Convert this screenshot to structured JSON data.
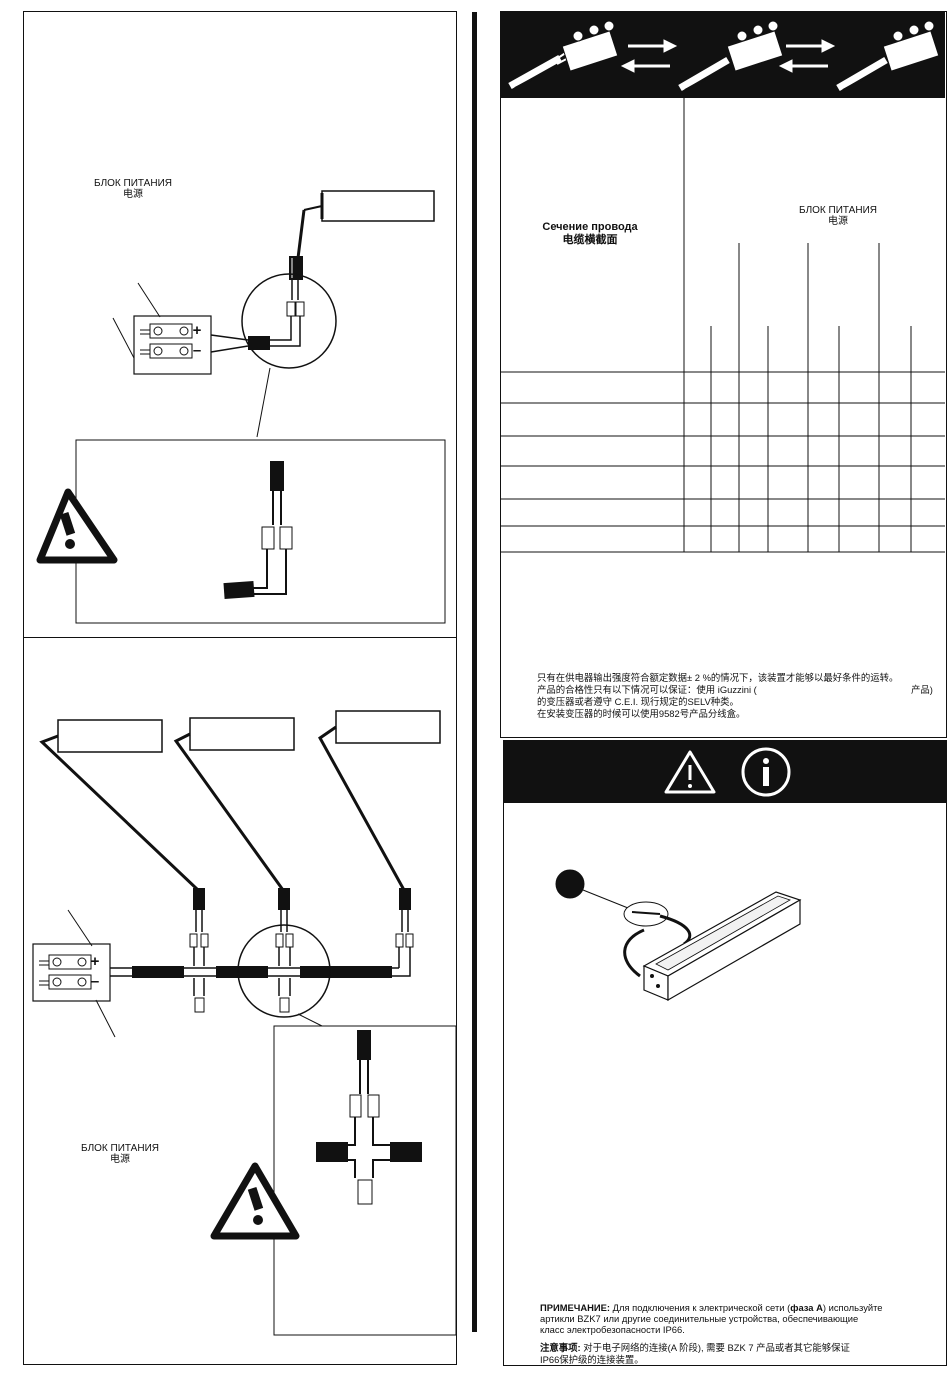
{
  "left_top": {
    "psu_label_ru": "БЛОК ПИТАНИЯ",
    "psu_label_cn": "电源",
    "plus": "+",
    "minus": "–"
  },
  "left_bottom": {
    "psu_label_ru": "БЛОК ПИТАНИЯ",
    "psu_label_cn": "电源",
    "plus": "+",
    "minus": "–"
  },
  "right_table": {
    "section_label_ru": "Сечение провода",
    "section_label_cn": "电缆横截面",
    "psu_label_ru": "БЛОК ПИТАНИЯ",
    "psu_label_cn": "电源",
    "row_count": 6,
    "notes_cn": [
      "只有在供电器输出强度符合额定数据± 2 %的情况下，该装置才能够以最好条件的运转。",
      "产品的合格性只有以下情况可以保证：使用 iGuzzini (",
      "产品)",
      "的变压器或者遵守 C.E.I. 现行规定的SELV种类。",
      "在安装变压器的时候可以使用9582号产品分线盒。"
    ]
  },
  "right_info": {
    "note_ru_heading": "ПРИМЕЧАНИЕ:",
    "note_ru_text": "Для подключения к электрической сети (",
    "note_ru_phase": "фаза А",
    "note_ru_text2": ") используйте",
    "note_ru_line2": "артикли BZK7 или другие соединительные устройства, обеспечивающие",
    "note_ru_line3": "класс электробезопасности IP66.",
    "note_cn_heading": "注意事项:",
    "note_cn_text": "对于电子网络的连接(A 阶段), 需要 BZK 7 产品或者其它能够保证",
    "note_cn_line2": "IP66保护级的连接装置。"
  },
  "icons": {
    "warning": "warning-triangle-icon",
    "info": "info-circle-icon"
  }
}
